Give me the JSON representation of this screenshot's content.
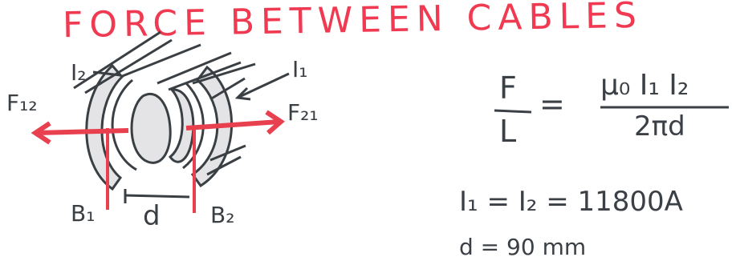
{
  "title": "FORCE BETWEEN CABLES",
  "labels": {
    "i2": "I₂",
    "i1": "I₁",
    "f12": "F₁₂",
    "f21": "F₂₁",
    "b1": "B₁",
    "b2": "B₂",
    "d": "d"
  },
  "formula": {
    "numerator_left": "F",
    "denominator_left": "L",
    "equals": "=",
    "numerator_right": "μ₀ I₁ I₂",
    "denominator_right": "2πd"
  },
  "given": {
    "currents": "I₁ = I₂ = 11800A",
    "distance": "d = 90 mm"
  },
  "colors": {
    "ink": "#3a3f44",
    "marker_red": "#e8404f",
    "fill_grey": "#e4e4e6"
  }
}
